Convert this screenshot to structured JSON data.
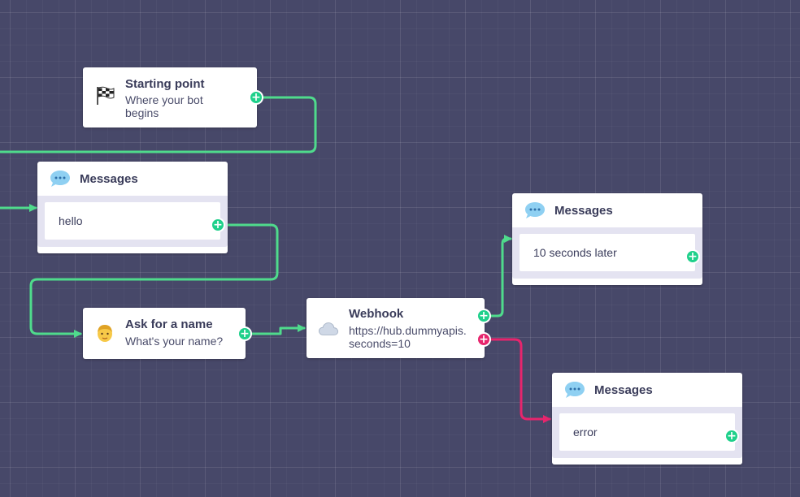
{
  "canvas": {
    "background": "#474869"
  },
  "colors": {
    "success_wire": "#4fdb8c",
    "error_wire": "#e7256d",
    "port_green": "#1fd08b",
    "port_red": "#e7256d"
  },
  "nodes": {
    "start": {
      "icon": "checkered-flag-icon",
      "title": "Starting point",
      "subtitle_line1": "Where your bot",
      "subtitle_line2": "begins"
    },
    "messages_hello": {
      "icon": "speech-bubble-icon",
      "title": "Messages",
      "text": "hello"
    },
    "ask_name": {
      "icon": "person-face-icon",
      "title": "Ask for a name",
      "subtitle": "What's your name?"
    },
    "webhook": {
      "icon": "cloud-icon",
      "title": "Webhook",
      "subtitle_line1": "https://hub.dummyapis.",
      "subtitle_line2": "seconds=10"
    },
    "messages_later": {
      "icon": "speech-bubble-icon",
      "title": "Messages",
      "text": "10 seconds later"
    },
    "messages_error": {
      "icon": "speech-bubble-icon",
      "title": "Messages",
      "text": "error"
    }
  },
  "port_glyph": "+"
}
